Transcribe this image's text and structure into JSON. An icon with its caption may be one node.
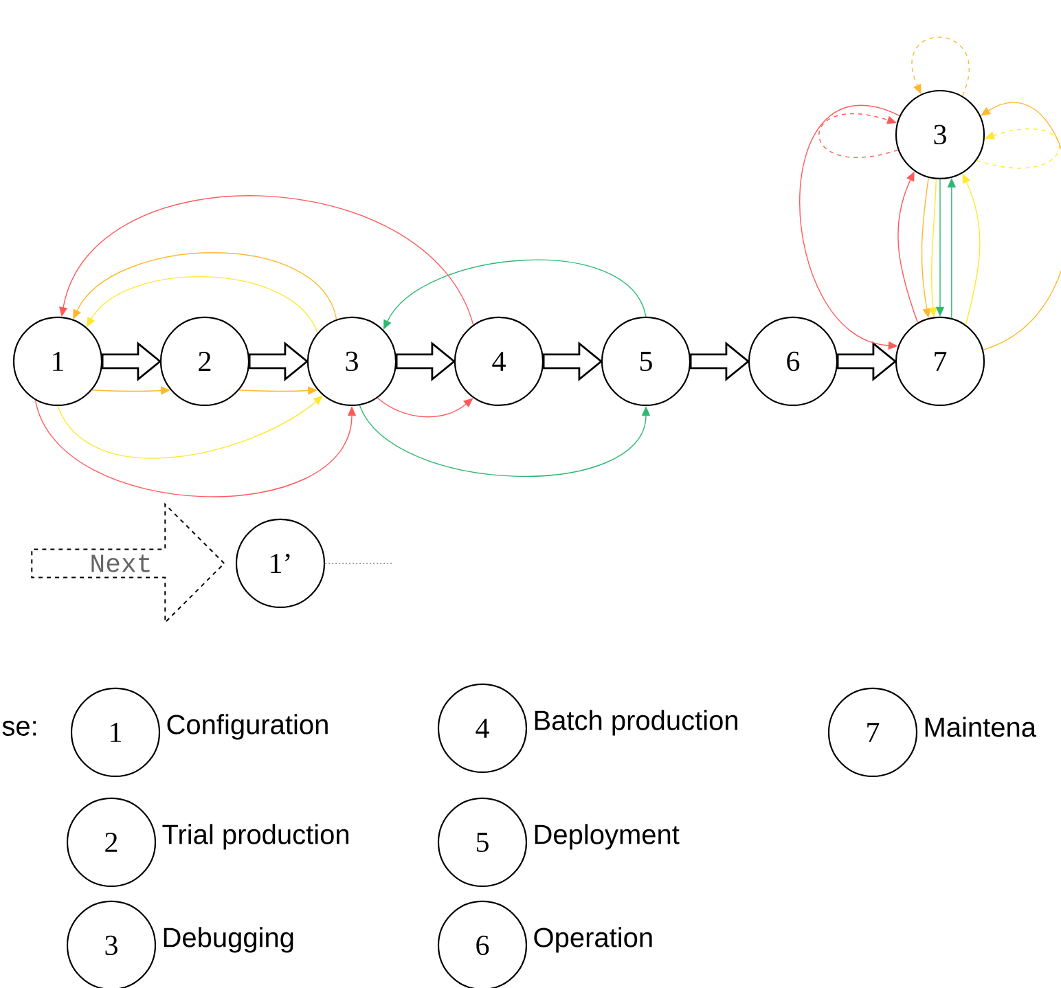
{
  "diagram": {
    "nodes": [
      {
        "text": [
          "1"
        ]
      },
      {
        "text": [
          "2"
        ]
      },
      {
        "text": [
          "3"
        ]
      },
      {
        "text": [
          "4"
        ]
      },
      {
        "text": [
          "5"
        ]
      },
      {
        "text": [
          "6"
        ]
      },
      {
        "text": [
          "7"
        ]
      },
      {
        "text": [
          "3"
        ]
      },
      {
        "text": [
          "Next"
        ]
      },
      {
        "text": [
          "1’"
        ]
      },
      {
        "text": [
          "1"
        ],
        "beside": [
          "Configuration"
        ]
      },
      {
        "text": [
          "2"
        ],
        "beside": [
          "Trial production"
        ]
      },
      {
        "text": [
          "3"
        ],
        "beside": [
          "Debugging"
        ]
      },
      {
        "text": [
          "4"
        ],
        "beside": [
          "Batch production"
        ]
      },
      {
        "text": [
          "5"
        ],
        "beside": [
          "Deployment"
        ]
      },
      {
        "text": [
          "6"
        ],
        "beside": [
          "Operation"
        ]
      },
      {
        "text": [
          "7"
        ],
        "beside": [
          "Maintena"
        ]
      }
    ],
    "edges": [
      {
        "from": 0,
        "to": 1,
        "arrow": "to",
        "style": "thick"
      },
      {
        "from": 1,
        "to": 2,
        "arrow": "to",
        "style": "thick"
      },
      {
        "from": 2,
        "to": 3,
        "arrow": "to",
        "style": "thick"
      },
      {
        "from": 3,
        "to": 4,
        "arrow": "to",
        "style": "thick"
      },
      {
        "from": 4,
        "to": 5,
        "arrow": "to",
        "style": "thick"
      },
      {
        "from": 5,
        "to": 6,
        "arrow": "to",
        "style": "thick"
      },
      {
        "from": 3,
        "to": 0,
        "arrow": "to",
        "color": "#ff5a5a"
      },
      {
        "from": 2,
        "to": 0,
        "arrow": "to",
        "color": "#ffb82e"
      },
      {
        "from": 2,
        "to": 0,
        "arrow": "to",
        "color": "#ffe82e"
      },
      {
        "from": 4,
        "to": 2,
        "arrow": "to",
        "color": "#2fb872"
      },
      {
        "from": 0,
        "to": 1,
        "arrow": "to",
        "color": "#ffb82e"
      },
      {
        "from": 1,
        "to": 2,
        "arrow": "to",
        "color": "#ffb82e"
      },
      {
        "from": 0,
        "to": 2,
        "arrow": "to",
        "color": "#ffe82e"
      },
      {
        "from": 0,
        "to": 2,
        "arrow": "to",
        "color": "#ff5a5a"
      },
      {
        "from": 2,
        "to": 3,
        "arrow": "to",
        "color": "#ff5a5a"
      },
      {
        "from": 2,
        "to": 4,
        "arrow": "to",
        "color": "#2fb872"
      },
      {
        "from": 7,
        "to": 7,
        "arrow": "to",
        "style": "dashed",
        "color": "#ffb82e"
      },
      {
        "from": 7,
        "to": 7,
        "arrow": "to",
        "style": "dashed",
        "color": "#ff5a5a"
      },
      {
        "from": 7,
        "to": 7,
        "arrow": "to",
        "style": "dashed",
        "color": "#ffe82e"
      },
      {
        "from": 7,
        "to": 6,
        "arrow": "to",
        "color": "#ff5a5a"
      },
      {
        "from": 6,
        "to": 7,
        "arrow": "to",
        "color": "#ffb82e"
      },
      {
        "from": 6,
        "to": 7,
        "arrow": "to",
        "color": "#ff5a5a"
      },
      {
        "from": 7,
        "to": 6,
        "arrow": "to",
        "color": "#ffb82e"
      },
      {
        "from": 7,
        "to": 6,
        "arrow": "to",
        "color": "#ffe82e"
      },
      {
        "from": 7,
        "to": 6,
        "arrow": "to",
        "color": "#2fb872"
      },
      {
        "from": 6,
        "to": 7,
        "arrow": "to",
        "color": "#2fb872"
      },
      {
        "from": 6,
        "to": 7,
        "arrow": "to",
        "color": "#ffe82e"
      },
      {
        "from": 9,
        "to": null,
        "arrow": "none",
        "style": "dashed",
        "color": "#808080"
      }
    ],
    "labels": [
      "se:"
    ]
  }
}
